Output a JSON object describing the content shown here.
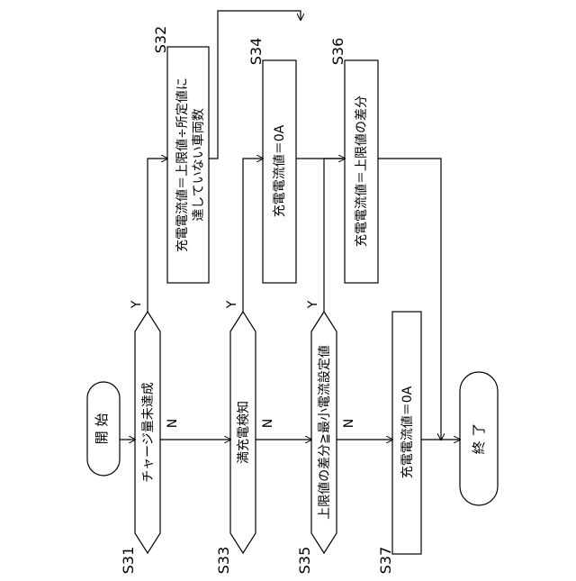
{
  "start": {
    "label": "開 始"
  },
  "end": {
    "label": "終 了"
  },
  "decisions": [
    {
      "id": "S31",
      "label": "チャージ量未達成",
      "yes": "Y",
      "no": "N"
    },
    {
      "id": "S33",
      "label": "満充電検知",
      "yes": "Y",
      "no": "N"
    },
    {
      "id": "S35",
      "label": "上限値の差分≧最小電流設定値",
      "yes": "Y",
      "no": "N"
    }
  ],
  "processes": [
    {
      "id": "S32",
      "lines": [
        "充電電流値＝上限値÷所定値に",
        "達していない車両数"
      ]
    },
    {
      "id": "S34",
      "lines": [
        "充電電流値＝0A"
      ]
    },
    {
      "id": "S36",
      "lines": [
        "充電電流値＝上限値の差分"
      ]
    },
    {
      "id": "S37",
      "lines": [
        "充電電流値＝0A"
      ]
    }
  ]
}
